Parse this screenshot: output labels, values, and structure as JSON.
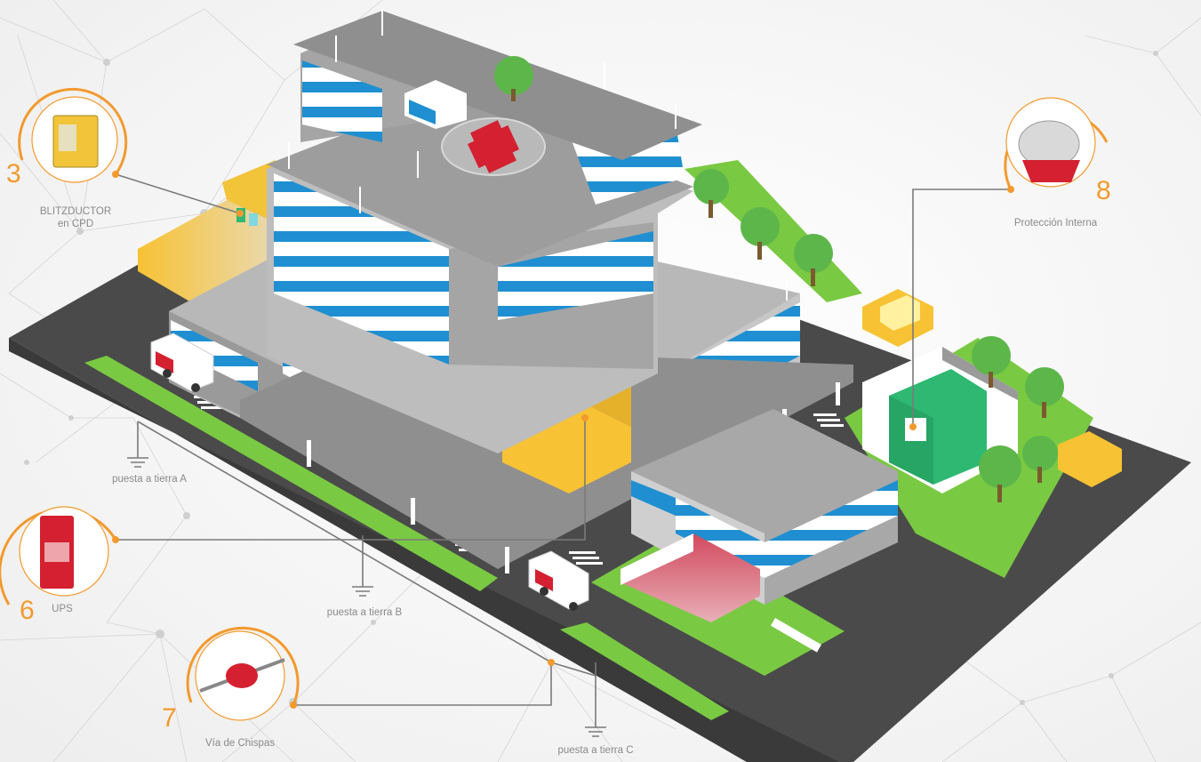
{
  "callouts": {
    "c3": {
      "number": "3",
      "line1": "BLITZDUCTOR",
      "line2": "en CPD"
    },
    "c6": {
      "number": "6",
      "label": "UPS"
    },
    "c7": {
      "number": "7",
      "label": "Vía de Chispas"
    },
    "c8": {
      "number": "8",
      "label": "Protección Interna"
    }
  },
  "grounds": {
    "a": "puesta a tierra A",
    "b": "puesta a tierra B",
    "c": "puesta a tierra C"
  },
  "colors": {
    "accent": "#f29a2e",
    "building_blue": "#1f8fd1",
    "roof_gray": "#a9a9a9",
    "road": "#4a4a4a",
    "grass": "#7ac943",
    "yellow_room": "#f7c234",
    "cyan_room": "#7fd8e0",
    "green_room": "#2eb872",
    "red_room": "#c9243f"
  }
}
